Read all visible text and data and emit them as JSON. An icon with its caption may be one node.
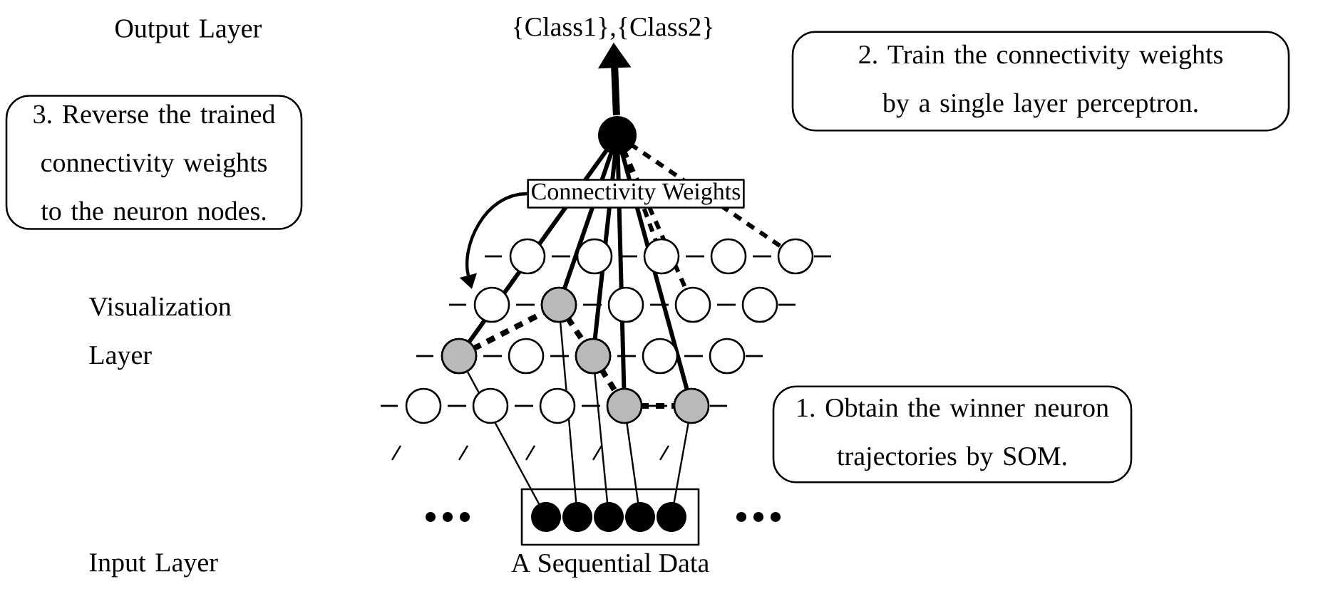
{
  "diagram": {
    "nodes": [
      {
        "text": [
          "{Class1},{Class2}"
        ]
      },
      {
        "text": [],
        "shape": "circle"
      },
      {
        "text": [
          "Connectivity Weights"
        ]
      },
      {
        "text": [
          "2. Train the connectivity weights by a single layer perceptron."
        ]
      },
      {
        "text": [
          "3. Reverse the trained connectivity weights to the neuron nodes."
        ]
      },
      {
        "text": [
          "1. Obtain the winner neuron trajectories by SOM."
        ]
      },
      {
        "text": [],
        "shape": "box",
        "beside": [
          "A Sequential Data"
        ]
      }
    ],
    "edges": [
      {
        "from": 1,
        "to": 0,
        "arrow": "to",
        "style": "thick"
      },
      {
        "from": 2,
        "to": null,
        "arrow": "to"
      }
    ],
    "labels": [
      "Output Layer",
      "Visualization Layer",
      "Input Layer"
    ]
  }
}
